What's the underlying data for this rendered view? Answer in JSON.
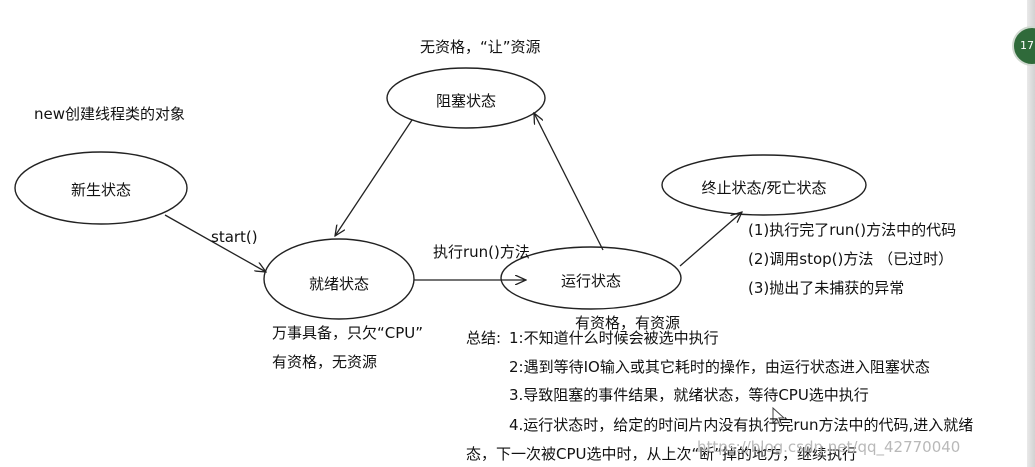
{
  "states": {
    "new": "新生状态",
    "ready": "就绪状态",
    "blocked": "阻塞状态",
    "running": "运行状态",
    "terminated": "终止状态/死亡状态"
  },
  "edges": {
    "start": "start()",
    "run_method": "执行run()方法"
  },
  "notes": {
    "new_desc": "new创建线程类的对象",
    "blocked_desc": "无资格，“让”资源",
    "ready_line1": "万事具备，只欠“CPU”",
    "ready_line2": "有资格，无资源",
    "running_desc": "有资格，有资源"
  },
  "termination": {
    "reasons": [
      "(1)执行完了run()方法中的代码",
      "(2)调用stop()方法 （已过时）",
      "(3)抛出了未捕获的异常"
    ]
  },
  "summary": {
    "title": "总结:",
    "line1": "1:不知道什么时候会被选中执行",
    "line2": "2:遇到等待IO输入或其它耗时的操作，由运行状态进入阻塞状态",
    "line3": "3.导致阻塞的事件结果，就绪状态，等待CPU选中执行",
    "line4": "4.运行状态时，给定的时间片内没有执行完run方法中的代码,进入就绪",
    "line5": "态，下一次被CPU选中时，从上次“断”掉的地方，继续执行"
  },
  "watermark": "https://blog.csdn.net/qq_42770040",
  "badge": "17"
}
